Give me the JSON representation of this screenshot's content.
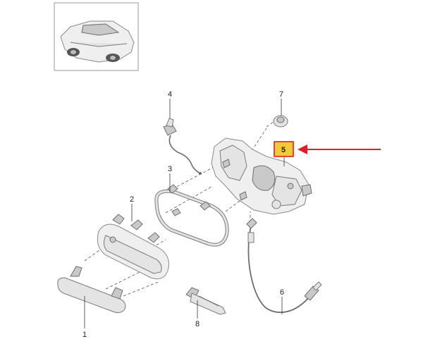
{
  "diagram": {
    "callouts": [
      {
        "id": "1",
        "label": "1"
      },
      {
        "id": "2",
        "label": "2"
      },
      {
        "id": "3",
        "label": "3"
      },
      {
        "id": "4",
        "label": "4"
      },
      {
        "id": "5",
        "label": "5",
        "highlighted": true
      },
      {
        "id": "6",
        "label": "6"
      },
      {
        "id": "7",
        "label": "7"
      },
      {
        "id": "8",
        "label": "8"
      }
    ],
    "colors": {
      "highlight_fill": "#f3c93a",
      "highlight_border": "#e02020",
      "arrow": "#e02020"
    }
  }
}
